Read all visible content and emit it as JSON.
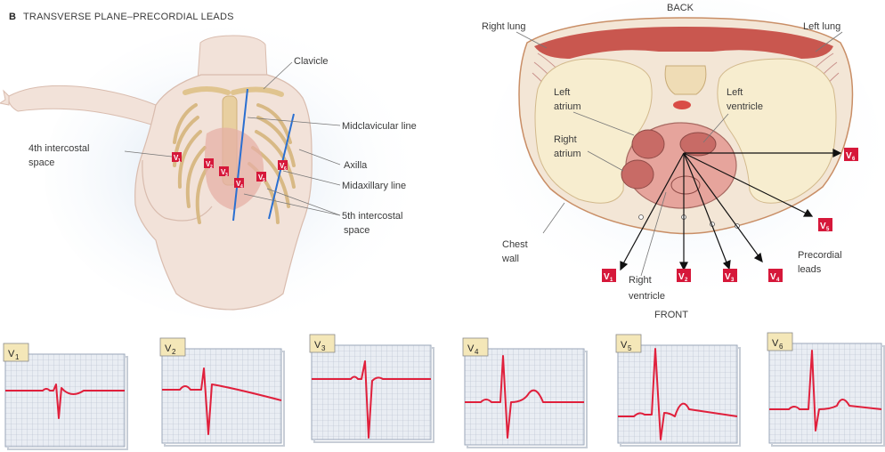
{
  "figure": {
    "panel_letter": "B",
    "title": "TRANSVERSE PLANE–PRECORDIAL LEADS"
  },
  "body_labels": {
    "clavicle": "Clavicle",
    "midclavicular": "Midclavicular line",
    "fourth_space_1": "4th intercostal",
    "fourth_space_2": "space",
    "axilla": "Axilla",
    "midaxillary": "Midaxillary line",
    "fifth_space_1": "5th intercostal",
    "fifth_space_2": "space"
  },
  "cross_section_labels": {
    "back": "BACK",
    "front": "FRONT",
    "right_lung": "Right lung",
    "left_lung": "Left lung",
    "left_atrium_1": "Left",
    "left_atrium_2": "atrium",
    "left_ventricle_1": "Left",
    "left_ventricle_2": "ventricle",
    "right_atrium_1": "Right",
    "right_atrium_2": "atrium",
    "chest_wall_1": "Chest",
    "chest_wall_2": "wall",
    "right_ventricle_1": "Right",
    "right_ventricle_2": "ventricle",
    "precordial_1": "Precordial",
    "precordial_2": "leads"
  },
  "leads": [
    {
      "letter": "V",
      "num": "1"
    },
    {
      "letter": "V",
      "num": "2"
    },
    {
      "letter": "V",
      "num": "3"
    },
    {
      "letter": "V",
      "num": "4"
    },
    {
      "letter": "V",
      "num": "5"
    },
    {
      "letter": "V",
      "num": "6"
    }
  ],
  "colors": {
    "badge": "#d6183a",
    "trace": "#e0203c",
    "grid": "#a8b3c4",
    "grid_bg": "#e9edf3",
    "skin": "#f2e2d9",
    "bone": "#e8cfa0",
    "lung": "#f7edcf",
    "heart": "#d98b85",
    "muscle": "#c9574f",
    "bg_glow": "#dde8f4"
  }
}
